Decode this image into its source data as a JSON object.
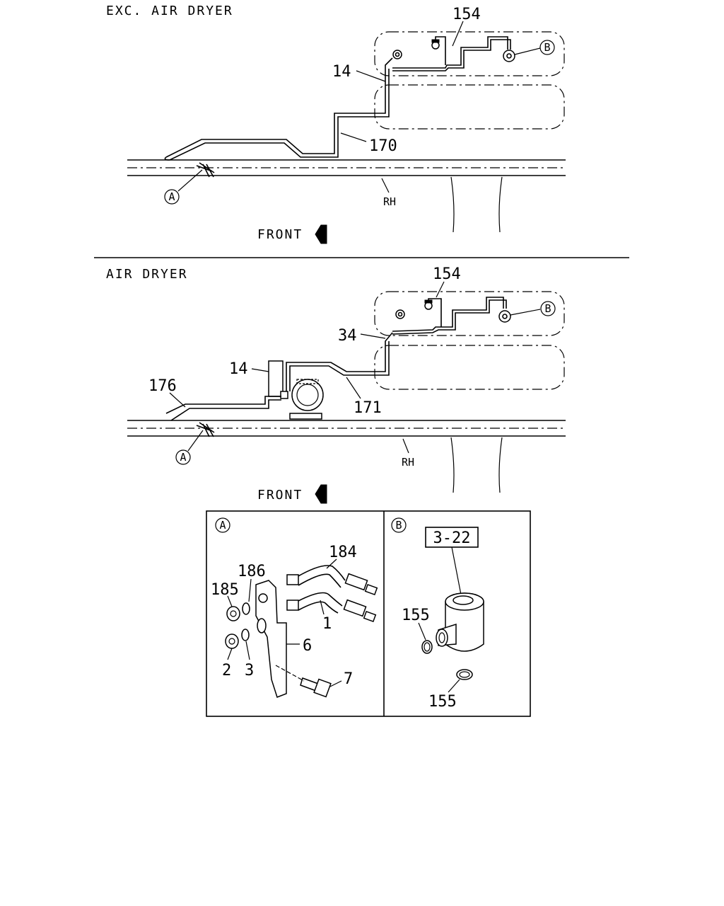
{
  "sections": {
    "top": {
      "title": "EXC. AIR DRYER",
      "rh": "RH",
      "front": "FRONT",
      "callouts": {
        "p154": "154",
        "p14": "14",
        "p170": "170"
      },
      "refs": {
        "a": "A",
        "b": "B"
      }
    },
    "bottom": {
      "title": "AIR DRYER",
      "rh": "RH",
      "front": "FRONT",
      "callouts": {
        "p154": "154",
        "p34": "34",
        "p14": "14",
        "p176": "176",
        "p171": "171"
      },
      "refs": {
        "a": "A",
        "b": "B"
      }
    }
  },
  "detail_a": {
    "ref": "A",
    "callouts": {
      "p184": "184",
      "p186": "186",
      "p185": "185",
      "p1": "1",
      "p6": "6",
      "p2": "2",
      "p3": "3",
      "p7": "7"
    }
  },
  "detail_b": {
    "ref": "B",
    "page_ref": "3-22",
    "callouts": {
      "p155a": "155",
      "p155b": "155"
    }
  }
}
